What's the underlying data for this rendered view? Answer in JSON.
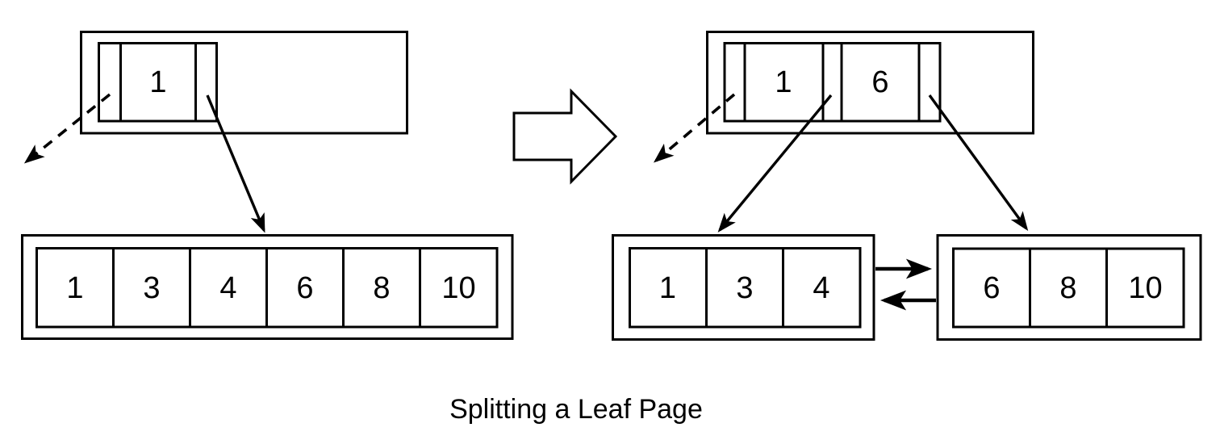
{
  "title": "Splitting a Leaf Page",
  "colors": {
    "line": "#000000",
    "background": "#ffffff"
  },
  "before": {
    "parent": {
      "keys": [
        "1"
      ]
    },
    "leaf": {
      "cells": [
        "1",
        "3",
        "4",
        "6",
        "8",
        "10"
      ]
    }
  },
  "after": {
    "parent": {
      "keys": [
        "1",
        "6"
      ]
    },
    "left_leaf": {
      "cells": [
        "1",
        "3",
        "4"
      ]
    },
    "right_leaf": {
      "cells": [
        "6",
        "8",
        "10"
      ]
    }
  }
}
